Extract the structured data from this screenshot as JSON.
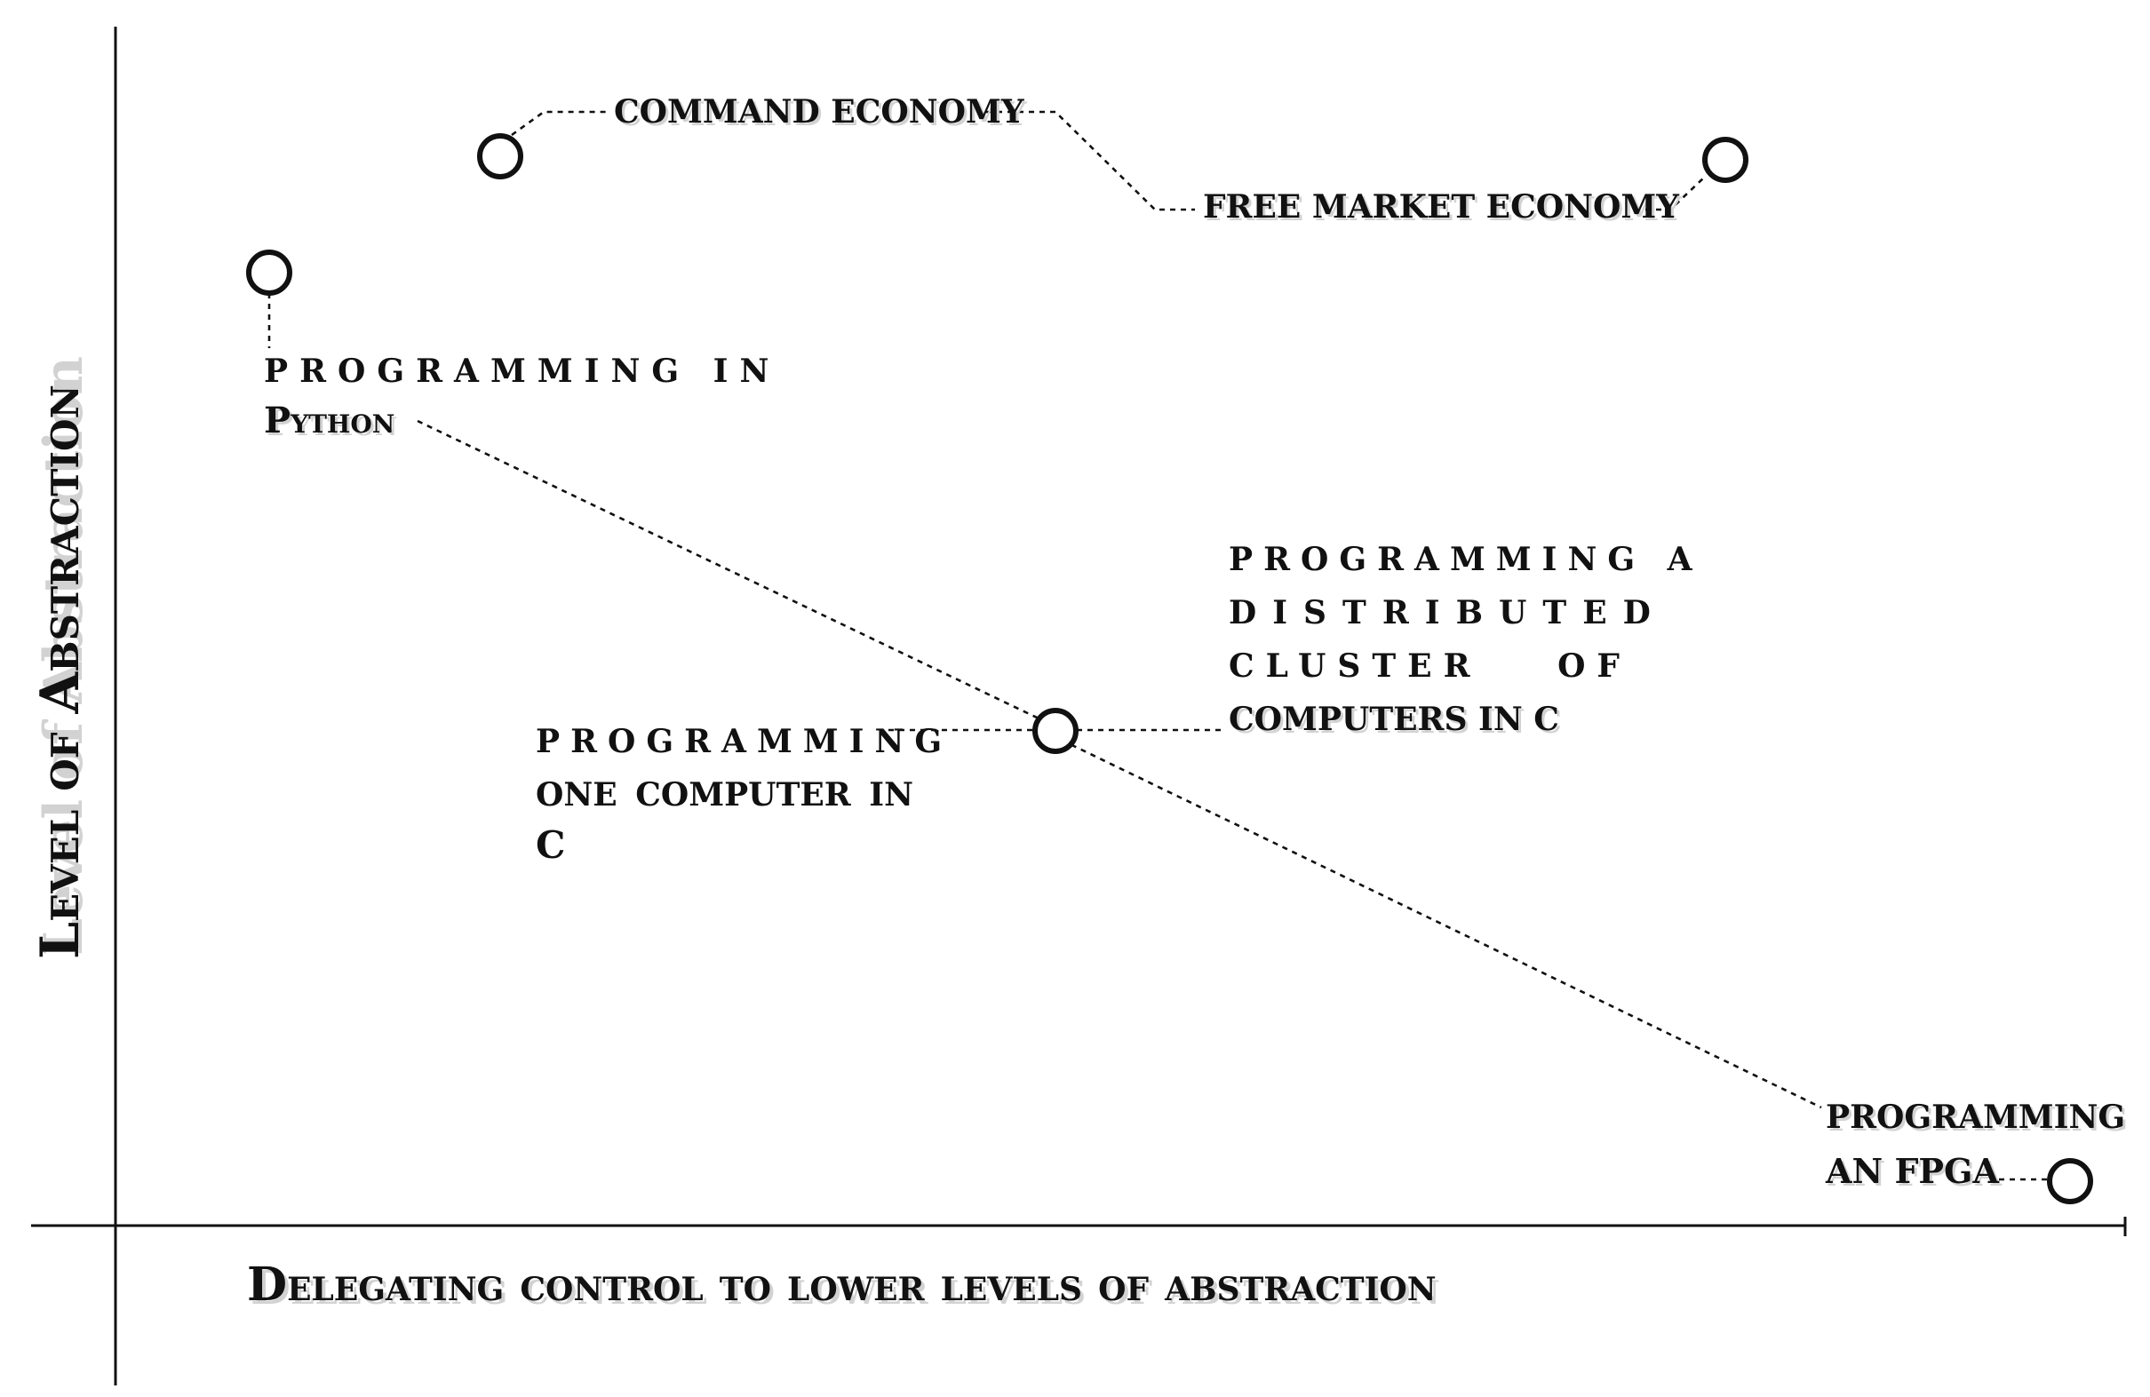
{
  "axes": {
    "y_label": "Level of Abstraction",
    "x_label": "Delegating control to lower levels of abstraction"
  },
  "nodes": [
    {
      "id": "command-economy",
      "lines": [
        "COMMAND ECONOMY"
      ]
    },
    {
      "id": "free-market-economy",
      "lines": [
        "FREE MARKET ECONOMY"
      ]
    },
    {
      "id": "python",
      "lines": [
        "PROGRAMMING IN",
        "Python"
      ]
    },
    {
      "id": "one-computer-c",
      "lines": [
        "PROGRAMMING",
        "ONE COMPUTER IN",
        "C"
      ]
    },
    {
      "id": "cluster-c",
      "lines": [
        "PROGRAMMING A",
        "DISTRIBUTED",
        "CLUSTER OF",
        "COMPUTERS IN C"
      ]
    },
    {
      "id": "fpga",
      "lines": [
        "PROGRAMMING",
        "AN FPGA"
      ]
    }
  ],
  "colors": {
    "ink": "#111111",
    "shadow": "#d2d2d2",
    "background": "#ffffff"
  }
}
